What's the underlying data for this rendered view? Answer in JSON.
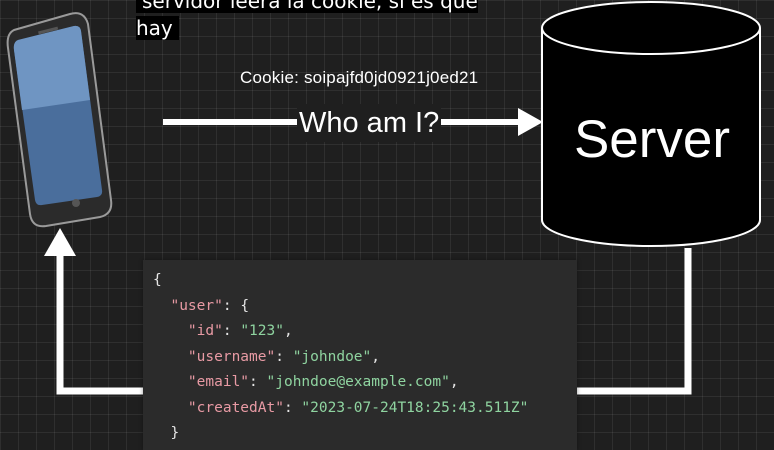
{
  "caption": {
    "text": "servidor leerá la cookie, si es que hay"
  },
  "request": {
    "cookie_label": "Cookie: soipajfd0jd0921j0ed21",
    "arrow_label": "Who am I?"
  },
  "server": {
    "label": "Server"
  },
  "response_json": {
    "open_brace": "{",
    "user_key": "\"user\"",
    "user_open": ": {",
    "fields": [
      {
        "key": "\"id\"",
        "value": "\"123\"",
        "sep": ","
      },
      {
        "key": "\"username\"",
        "value": "\"johndoe\"",
        "sep": ","
      },
      {
        "key": "\"email\"",
        "value": "\"johndoe@example.com\"",
        "sep": ","
      },
      {
        "key": "\"createdAt\"",
        "value": "\"2023-07-24T18:25:43.511Z\"",
        "sep": ""
      }
    ],
    "close_brace": "}"
  }
}
